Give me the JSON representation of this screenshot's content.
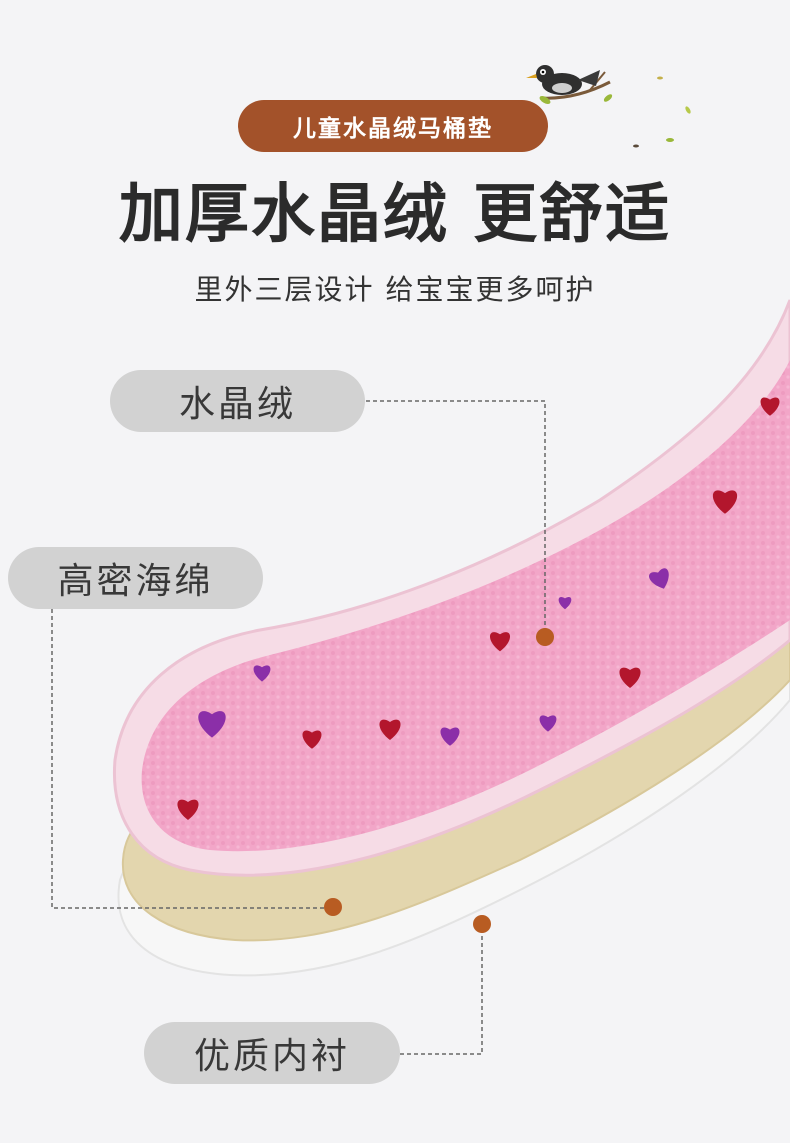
{
  "badge": {
    "label": "儿童水晶绒马桶垫"
  },
  "headline": {
    "text": "加厚水晶绒 更舒适"
  },
  "subline": {
    "text": "里外三层设计 给宝宝更多呵护"
  },
  "layers": [
    {
      "label": "水晶绒"
    },
    {
      "label": "高密海绵"
    },
    {
      "label": "优质内衬"
    }
  ],
  "colors": {
    "background": "#f4f4f6",
    "badge": "#a3522a",
    "pill": "#d2d2d2",
    "marker": "#b85c22",
    "fleece": "#f2a6c8",
    "sponge": "#e3d6ae"
  },
  "icons": [
    "bird-icon",
    "leaf-icon",
    "heart-icon"
  ]
}
